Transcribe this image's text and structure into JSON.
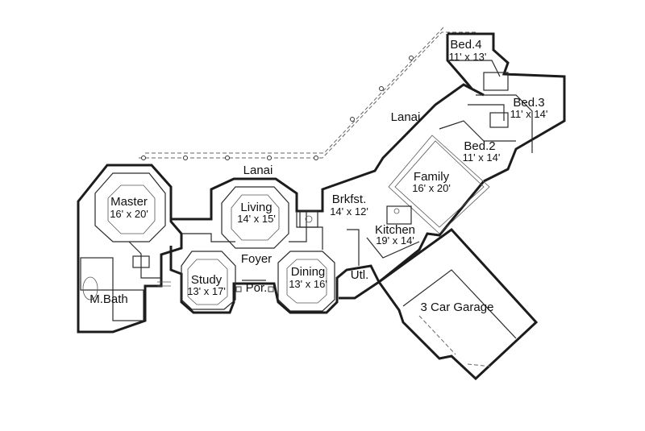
{
  "rooms": {
    "bed4": {
      "name": "Bed.4",
      "dims": "11' x 13'"
    },
    "bed3": {
      "name": "Bed.3",
      "dims": "11' x 14'"
    },
    "bed2": {
      "name": "Bed.2",
      "dims": "11' x 14'"
    },
    "lanai_main": {
      "name": "Lanai"
    },
    "lanai_center": {
      "name": "Lanai"
    },
    "family": {
      "name": "Family",
      "dims": "16' x 20'"
    },
    "brkfst": {
      "name": "Brkfst.",
      "dims": "14' x 12'"
    },
    "kitchen": {
      "name": "Kitchen",
      "dims": "19' x 14'"
    },
    "master": {
      "name": "Master",
      "dims": "16' x 20'"
    },
    "living": {
      "name": "Living",
      "dims": "14' x 15'"
    },
    "foyer": {
      "name": "Foyer"
    },
    "study": {
      "name": "Study",
      "dims": "13' x 17'"
    },
    "por": {
      "name": "Por."
    },
    "dining": {
      "name": "Dining",
      "dims": "13' x 16'"
    },
    "utl": {
      "name": "Utl."
    },
    "mbath": {
      "name": "M.Bath"
    },
    "garage": {
      "name": "3 Car Garage"
    }
  }
}
